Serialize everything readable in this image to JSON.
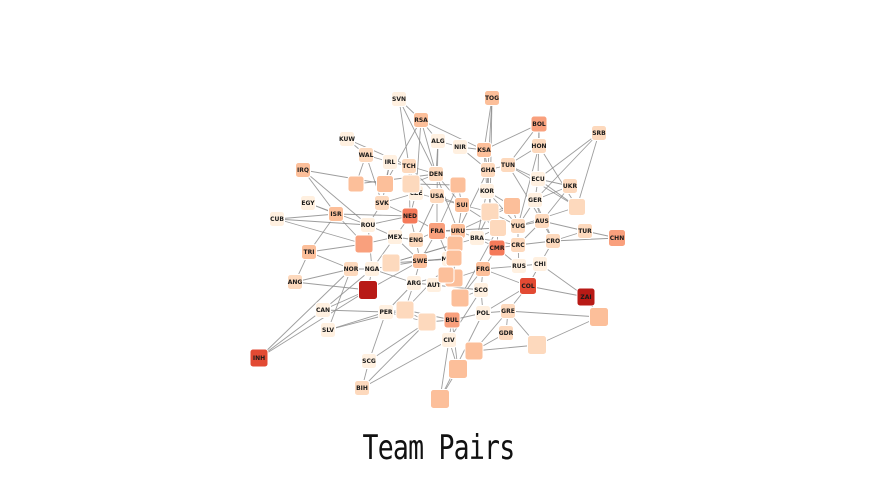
{
  "title": "Team Pairs",
  "colors": {
    "edge": "#8c8c8c",
    "scale": [
      "#fff0e0",
      "#fdd9bd",
      "#fcbf9a",
      "#f9a07d",
      "#f57a5a",
      "#e24a33",
      "#b81a16"
    ]
  },
  "nodes": [
    {
      "id": "SVN",
      "label": "SVN",
      "level": 0
    },
    {
      "id": "TOG",
      "label": "TOG",
      "level": 2
    },
    {
      "id": "RSA",
      "label": "RSA",
      "level": 2
    },
    {
      "id": "BOL",
      "label": "BOL",
      "level": 3
    },
    {
      "id": "SRB",
      "label": "SRB",
      "level": 1
    },
    {
      "id": "KUW",
      "label": "KUW",
      "level": 0
    },
    {
      "id": "ALG",
      "label": "ALG",
      "level": 0
    },
    {
      "id": "NIR",
      "label": "NIR",
      "level": 0
    },
    {
      "id": "KSA",
      "label": "KSA",
      "level": 2
    },
    {
      "id": "HON",
      "label": "HON",
      "level": 1
    },
    {
      "id": "WAL",
      "label": "WAL",
      "level": 1
    },
    {
      "id": "IRL",
      "label": "IRL",
      "level": 0
    },
    {
      "id": "IRQ",
      "label": "IRQ",
      "level": 2
    },
    {
      "id": "TCH",
      "label": "TCH",
      "level": 1
    },
    {
      "id": "GHA",
      "label": "GHA",
      "level": 1
    },
    {
      "id": "TUN",
      "label": "TUN",
      "level": 1
    },
    {
      "id": "DEN",
      "label": "DEN",
      "level": 1
    },
    {
      "id": "ECU",
      "label": "ECU",
      "level": 0
    },
    {
      "id": "UKR",
      "label": "UKR",
      "level": 1
    },
    {
      "id": "EGY",
      "label": "EGY",
      "level": 0
    },
    {
      "id": "CZE",
      "label": "CZE",
      "level": 0
    },
    {
      "id": "KOR",
      "label": "KOR",
      "level": 0
    },
    {
      "id": "USA",
      "label": "USA",
      "level": 1
    },
    {
      "id": "SVK",
      "label": "SVK",
      "level": 1
    },
    {
      "id": "SUI",
      "label": "SUI",
      "level": 2
    },
    {
      "id": "GER",
      "label": "GER",
      "level": 0
    },
    {
      "id": "CUB",
      "label": "CUB",
      "level": 0
    },
    {
      "id": "ISR",
      "label": "ISR",
      "level": 2
    },
    {
      "id": "ROU",
      "label": "ROU",
      "level": 0
    },
    {
      "id": "NED",
      "label": "NED",
      "level": 4
    },
    {
      "id": "YUG",
      "label": "YUG",
      "level": 1
    },
    {
      "id": "AUS",
      "label": "AUS",
      "level": 1
    },
    {
      "id": "FRA",
      "label": "FRA",
      "level": 3
    },
    {
      "id": "URU",
      "label": "URU",
      "level": 2
    },
    {
      "id": "TUR",
      "label": "TUR",
      "level": 1
    },
    {
      "id": "MEX",
      "label": "MEX",
      "level": 0
    },
    {
      "id": "ENG",
      "label": "ENG",
      "level": 1
    },
    {
      "id": "BRA",
      "label": "BRA",
      "level": 0
    },
    {
      "id": "CRC",
      "label": "CRC",
      "level": 1
    },
    {
      "id": "CRO",
      "label": "CRO",
      "level": 1
    },
    {
      "id": "CHN",
      "label": "CHN",
      "level": 3
    },
    {
      "id": "TRI",
      "label": "TRI",
      "level": 2
    },
    {
      "id": "CMR",
      "label": "CMR",
      "level": 4
    },
    {
      "id": "NOR",
      "label": "NOR",
      "level": 1
    },
    {
      "id": "NGA",
      "label": "NGA",
      "level": 0
    },
    {
      "id": "SWE",
      "label": "SWE",
      "level": 2
    },
    {
      "id": "MAR",
      "label": "MAR",
      "level": 0
    },
    {
      "id": "FRG",
      "label": "FRG",
      "level": 2
    },
    {
      "id": "RUS",
      "label": "RUS",
      "level": 0
    },
    {
      "id": "CHI",
      "label": "CHI",
      "level": 0
    },
    {
      "id": "ANG",
      "label": "ANG",
      "level": 1
    },
    {
      "id": "ARG",
      "label": "ARG",
      "level": 0
    },
    {
      "id": "AUT",
      "label": "AUT",
      "level": 0
    },
    {
      "id": "COL",
      "label": "COL",
      "level": 5
    },
    {
      "id": "SCO",
      "label": "SCO",
      "level": 0
    },
    {
      "id": "ZAI",
      "label": "ZAI",
      "level": 6
    },
    {
      "id": "CAN",
      "label": "CAN",
      "level": 0
    },
    {
      "id": "PER",
      "label": "PER",
      "level": 0
    },
    {
      "id": "BUL",
      "label": "BUL",
      "level": 3
    },
    {
      "id": "POL",
      "label": "POL",
      "level": 0
    },
    {
      "id": "GRE",
      "label": "GRE",
      "level": 1
    },
    {
      "id": "SLV",
      "label": "SLV",
      "level": 0
    },
    {
      "id": "GDR",
      "label": "GDR",
      "level": 1
    },
    {
      "id": "CIV",
      "label": "CIV",
      "level": 0
    },
    {
      "id": "INH",
      "label": "INH",
      "level": 5
    },
    {
      "id": "SCG",
      "label": "SCG",
      "level": 0
    },
    {
      "id": "BIH",
      "label": "BIH",
      "level": 1
    },
    {
      "id": "U1",
      "label": "",
      "level": 2
    },
    {
      "id": "U2",
      "label": "",
      "level": 2
    },
    {
      "id": "U3",
      "label": "",
      "level": 1
    },
    {
      "id": "U4",
      "label": "",
      "level": 2
    },
    {
      "id": "U5",
      "label": "",
      "level": 1
    },
    {
      "id": "U6",
      "label": "",
      "level": 2
    },
    {
      "id": "U7",
      "label": "",
      "level": 3
    },
    {
      "id": "U8",
      "label": "",
      "level": 2
    },
    {
      "id": "U9",
      "label": "",
      "level": 6
    },
    {
      "id": "U10",
      "label": "",
      "level": 2
    },
    {
      "id": "U11",
      "label": "",
      "level": 1
    },
    {
      "id": "U12",
      "label": "",
      "level": 1
    },
    {
      "id": "U13",
      "label": "",
      "level": 2
    },
    {
      "id": "U14",
      "label": "",
      "level": 1
    },
    {
      "id": "U15",
      "label": "",
      "level": 2
    },
    {
      "id": "U16",
      "label": "",
      "level": 1
    },
    {
      "id": "U17",
      "label": "",
      "level": 2
    },
    {
      "id": "U18",
      "label": "",
      "level": 2
    },
    {
      "id": "U19",
      "label": "",
      "level": 2
    },
    {
      "id": "U20",
      "label": "",
      "level": 1
    },
    {
      "id": "U21",
      "label": "",
      "level": 1
    },
    {
      "id": "U22",
      "label": "",
      "level": 2
    },
    {
      "id": "U23",
      "label": "",
      "level": 2
    }
  ],
  "edges": [
    [
      "SVN",
      "RSA"
    ],
    [
      "SVN",
      "TCH"
    ],
    [
      "SVN",
      "DEN"
    ],
    [
      "TOG",
      "KSA"
    ],
    [
      "TOG",
      "GHA"
    ],
    [
      "TOG",
      "U5"
    ],
    [
      "RSA",
      "ALG"
    ],
    [
      "RSA",
      "DEN"
    ],
    [
      "RSA",
      "U1"
    ],
    [
      "RSA",
      "CZE"
    ],
    [
      "BOL",
      "HON"
    ],
    [
      "BOL",
      "KSA"
    ],
    [
      "BOL",
      "TUN"
    ],
    [
      "SRB",
      "GER"
    ],
    [
      "SRB",
      "ECU"
    ],
    [
      "SRB",
      "U12"
    ],
    [
      "KUW",
      "WAL"
    ],
    [
      "KUW",
      "TCH"
    ],
    [
      "ALG",
      "NIR"
    ],
    [
      "ALG",
      "DEN"
    ],
    [
      "ALG",
      "USA"
    ],
    [
      "NIR",
      "KSA"
    ],
    [
      "NIR",
      "GHA"
    ],
    [
      "KSA",
      "GHA"
    ],
    [
      "KSA",
      "KOR"
    ],
    [
      "HON",
      "TUN"
    ],
    [
      "HON",
      "YUG"
    ],
    [
      "WAL",
      "IRL"
    ],
    [
      "WAL",
      "U2"
    ],
    [
      "WAL",
      "SVK"
    ],
    [
      "IRL",
      "TCH"
    ],
    [
      "IRL",
      "U1"
    ],
    [
      "IRQ",
      "ISR"
    ],
    [
      "IRQ",
      "U1"
    ],
    [
      "IRQ",
      "ROU"
    ],
    [
      "TCH",
      "DEN"
    ],
    [
      "TCH",
      "CZE"
    ],
    [
      "TCH",
      "USA"
    ],
    [
      "GHA",
      "TUN"
    ],
    [
      "GHA",
      "U5"
    ],
    [
      "GHA",
      "KOR"
    ],
    [
      "TUN",
      "ECU"
    ],
    [
      "TUN",
      "U12"
    ],
    [
      "DEN",
      "SUI"
    ],
    [
      "DEN",
      "U3"
    ],
    [
      "ECU",
      "GER"
    ],
    [
      "ECU",
      "UKR"
    ],
    [
      "UKR",
      "GER"
    ],
    [
      "UKR",
      "AUS"
    ],
    [
      "EGY",
      "ISR"
    ],
    [
      "EGY",
      "ROU"
    ],
    [
      "CZE",
      "SVK"
    ],
    [
      "CZE",
      "NED"
    ],
    [
      "KOR",
      "YUG"
    ],
    [
      "KOR",
      "U6"
    ],
    [
      "USA",
      "SUI"
    ],
    [
      "USA",
      "FRA"
    ],
    [
      "SVK",
      "ROU"
    ],
    [
      "SVK",
      "NED"
    ],
    [
      "SUI",
      "URU"
    ],
    [
      "SUI",
      "U5"
    ],
    [
      "GER",
      "AUS"
    ],
    [
      "GER",
      "CRO"
    ],
    [
      "CUB",
      "ISR"
    ],
    [
      "CUB",
      "ROU"
    ],
    [
      "CUB",
      "U7"
    ],
    [
      "ISR",
      "U7"
    ],
    [
      "ISR",
      "TRI"
    ],
    [
      "ROU",
      "NED"
    ],
    [
      "ROU",
      "MEX"
    ],
    [
      "NED",
      "FRA"
    ],
    [
      "NED",
      "ENG"
    ],
    [
      "NED",
      "MEX"
    ],
    [
      "YUG",
      "AUS"
    ],
    [
      "YUG",
      "CRC"
    ],
    [
      "AUS",
      "TUR"
    ],
    [
      "AUS",
      "CRO"
    ],
    [
      "FRA",
      "URU"
    ],
    [
      "FRA",
      "U8"
    ],
    [
      "URU",
      "BRA"
    ],
    [
      "URU",
      "U6"
    ],
    [
      "TUR",
      "CHN"
    ],
    [
      "TUR",
      "CRO"
    ],
    [
      "MEX",
      "ENG"
    ],
    [
      "MEX",
      "U7"
    ],
    [
      "ENG",
      "SWE"
    ],
    [
      "BRA",
      "CRC"
    ],
    [
      "BRA",
      "CMR"
    ],
    [
      "CRC",
      "CRO"
    ],
    [
      "CRC",
      "RUS"
    ],
    [
      "CRO",
      "CHN"
    ],
    [
      "CRO",
      "CHI"
    ],
    [
      "TRI",
      "U7"
    ],
    [
      "TRI",
      "NOR"
    ],
    [
      "CMR",
      "FRG"
    ],
    [
      "CMR",
      "RUS"
    ],
    [
      "NOR",
      "NGA"
    ],
    [
      "NGA",
      "U9"
    ],
    [
      "NGA",
      "SWE"
    ],
    [
      "SWE",
      "MAR"
    ],
    [
      "SWE",
      "ARG"
    ],
    [
      "MAR",
      "U10"
    ],
    [
      "MAR",
      "AUT"
    ],
    [
      "FRG",
      "RUS"
    ],
    [
      "FRG",
      "COL"
    ],
    [
      "RUS",
      "CHI"
    ],
    [
      "CHI",
      "COL"
    ],
    [
      "ANG",
      "NOR"
    ],
    [
      "ANG",
      "U9"
    ],
    [
      "ARG",
      "AUT"
    ],
    [
      "ARG",
      "U11"
    ],
    [
      "AUT",
      "SCO"
    ],
    [
      "COL",
      "ZAI"
    ],
    [
      "COL",
      "GRE"
    ],
    [
      "SCO",
      "U13"
    ],
    [
      "SCO",
      "POL"
    ],
    [
      "ZAI",
      "U15"
    ],
    [
      "ZAI",
      "CHI"
    ],
    [
      "CAN",
      "U9"
    ],
    [
      "CAN",
      "PER"
    ],
    [
      "PER",
      "U11"
    ],
    [
      "PER",
      "U14"
    ],
    [
      "BUL",
      "U14"
    ],
    [
      "BUL",
      "POL"
    ],
    [
      "BUL",
      "CIV"
    ],
    [
      "POL",
      "GRE"
    ],
    [
      "GRE",
      "GDR"
    ],
    [
      "SLV",
      "PER"
    ],
    [
      "SLV",
      "U11"
    ],
    [
      "GDR",
      "U17"
    ],
    [
      "CIV",
      "U18"
    ],
    [
      "CIV",
      "SCO"
    ],
    [
      "INH",
      "U9"
    ],
    [
      "INH",
      "CAN"
    ],
    [
      "SCG",
      "BIH"
    ],
    [
      "SCG",
      "U14"
    ],
    [
      "BIH",
      "U14"
    ],
    [
      "U19",
      "CIV"
    ],
    [
      "U19",
      "POL"
    ],
    [
      "U16",
      "GRE"
    ],
    [
      "U16",
      "U17"
    ],
    [
      "U15",
      "GRE"
    ],
    [
      "U20",
      "MAR"
    ],
    [
      "U20",
      "BRA"
    ],
    [
      "U21",
      "FRA"
    ],
    [
      "U21",
      "BRA"
    ],
    [
      "U22",
      "U23"
    ],
    [
      "U22",
      "ARG"
    ],
    [
      "U23",
      "SWE"
    ],
    [
      "U4",
      "FRA"
    ],
    [
      "U4",
      "SUI"
    ],
    [
      "U2",
      "DEN"
    ],
    [
      "U3",
      "U4"
    ],
    [
      "U6",
      "YUG"
    ],
    [
      "U8",
      "U10"
    ],
    [
      "U8",
      "U20"
    ],
    [
      "U13",
      "U21"
    ],
    [
      "U12",
      "YUG"
    ],
    [
      "U18",
      "U19"
    ],
    [
      "FRA",
      "SWE"
    ],
    [
      "FRA",
      "MAR"
    ],
    [
      "URU",
      "MAR"
    ],
    [
      "ENG",
      "FRA"
    ],
    [
      "MEX",
      "SWE"
    ],
    [
      "USA",
      "ENG"
    ],
    [
      "CZE",
      "SUI"
    ],
    [
      "KOR",
      "BRA"
    ],
    [
      "GHA",
      "URU"
    ],
    [
      "TUN",
      "AUS"
    ],
    [
      "DEN",
      "URU"
    ],
    [
      "TCH",
      "NED"
    ],
    [
      "IRL",
      "SVK"
    ],
    [
      "RSA",
      "KSA"
    ],
    [
      "U5",
      "YUG"
    ],
    [
      "U5",
      "BRA"
    ],
    [
      "ISR",
      "NED"
    ],
    [
      "ROU",
      "NGA"
    ],
    [
      "NGA",
      "MEX"
    ],
    [
      "ARG",
      "NGA"
    ],
    [
      "AUT",
      "FRG"
    ],
    [
      "SCO",
      "FRG"
    ],
    [
      "POL",
      "COL"
    ],
    [
      "U13",
      "FRG"
    ],
    [
      "U11",
      "BUL"
    ],
    [
      "PER",
      "ARG"
    ],
    [
      "CAN",
      "NGA"
    ],
    [
      "SLV",
      "NOR"
    ],
    [
      "ANG",
      "TRI"
    ],
    [
      "U9",
      "SWE"
    ],
    [
      "U10",
      "AUT"
    ],
    [
      "U21",
      "CMR"
    ],
    [
      "CRC",
      "CMR"
    ],
    [
      "AUS",
      "CRC"
    ],
    [
      "GER",
      "YUG"
    ],
    [
      "U12",
      "ECU"
    ],
    [
      "BOL",
      "ECU"
    ],
    [
      "HON",
      "U12"
    ],
    [
      "U6",
      "U5"
    ],
    [
      "SUI",
      "U21"
    ],
    [
      "U22",
      "ARG"
    ],
    [
      "U23",
      "U11"
    ],
    [
      "U18",
      "BUL"
    ],
    [
      "U17",
      "GRE"
    ],
    [
      "U16",
      "U15"
    ],
    [
      "U14",
      "U11"
    ],
    [
      "SCG",
      "PER"
    ],
    [
      "BIH",
      "CIV"
    ],
    [
      "INH",
      "NOR"
    ]
  ]
}
